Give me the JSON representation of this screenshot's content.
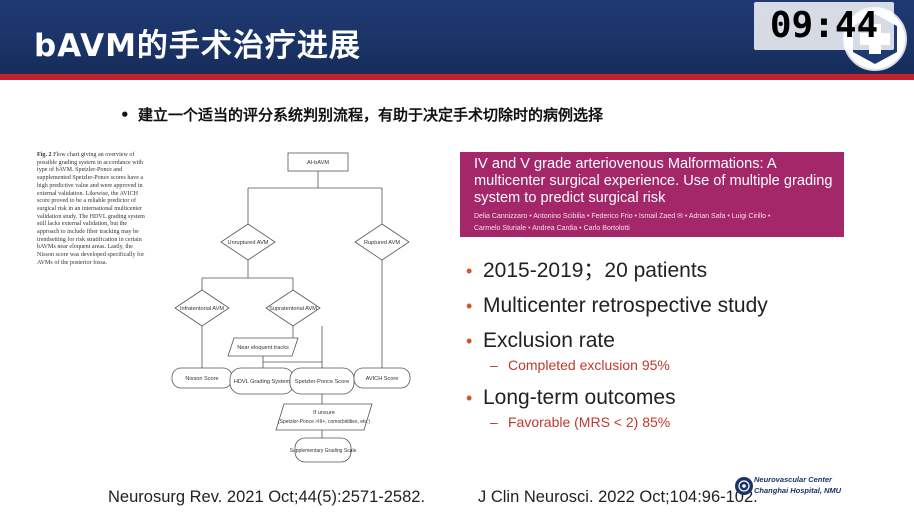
{
  "header": {
    "title": "bAVM的手术治疗进展",
    "clock": "09:44"
  },
  "bullet": "建立一个适当的评分系统判别流程，有助于决定手术切除时的病例选择",
  "figure": {
    "caption_label": "Fig. 2",
    "caption_text": "Flow chart giving an overview of possible grading system in accordance with type of bAVM. Spetzler-Ponce and supplemented Spetzler-Ponce scores have a high predictive value and were approved in external validation. Likewise, the AVICH score proved to be a reliable predictor of surgical risk in an international multicenter validation study. The HDVL grading system still lacks external validation, but the approach to include fiber tracking may be trendsetting for risk stratification in certain bAVMs near eloquent areas. Lastly, the Nisson score was developed specifically for AVMs of the posterior fossa.",
    "nodes": {
      "root": "AI-bAVM",
      "unruptured": "Unruptured AVM",
      "ruptured": "Ruptured AVM",
      "infratentorial": "Infratentorial AVM",
      "supratentorial": "Supratentorial AVM",
      "near_eloquent": "Near eloquent tracks",
      "nisson": "Nisson Score",
      "hdvl": "HDVL Grading System",
      "spetzler": "Spetzler-Ponce Score",
      "avich": "AVICH Score",
      "if_unsure": "If unsure",
      "if_unsure_detail": "(Spetzler-Ponce >III+, comorbidities, etc.)",
      "supplementary": "Supplementary Grading Scale"
    }
  },
  "paper": {
    "title": "IV and V grade arteriovenous Malformations: A multicenter surgical experience. Use of multiple grading system to predict surgical risk",
    "authors_line1": "Delia Cannizzaro • Antonino Scibilia • Federico Frio • Ismail Zaed ✉ • Adrian Safa • Luigi Cirillo •",
    "authors_line2": "Carmelo Sturiale • Andrea Cardia • Carlo Bortolotti"
  },
  "points": [
    {
      "text": "2015-2019；20 patients"
    },
    {
      "text": "Multicenter retrospective study"
    },
    {
      "text": "Exclusion rate",
      "sub": "Completed exclusion 95%"
    },
    {
      "text": "Long-term outcomes",
      "sub": "Favorable (MRS < 2) 85%"
    }
  ],
  "references": {
    "ref1": "Neurosurg Rev. 2021 Oct;44(5):2571-2582.",
    "ref2": "J Clin Neurosci. 2022 Oct;104:96-102."
  },
  "institution": {
    "line1": "Neurovascular Center",
    "line2": "Changhai Hospital, NMU"
  },
  "colors": {
    "header_blue": "#1a3366",
    "header_red": "#c41f2e",
    "banner_magenta": "#a4276a",
    "bullet_orange": "#d4542c",
    "sub_red": "#c0392b"
  }
}
